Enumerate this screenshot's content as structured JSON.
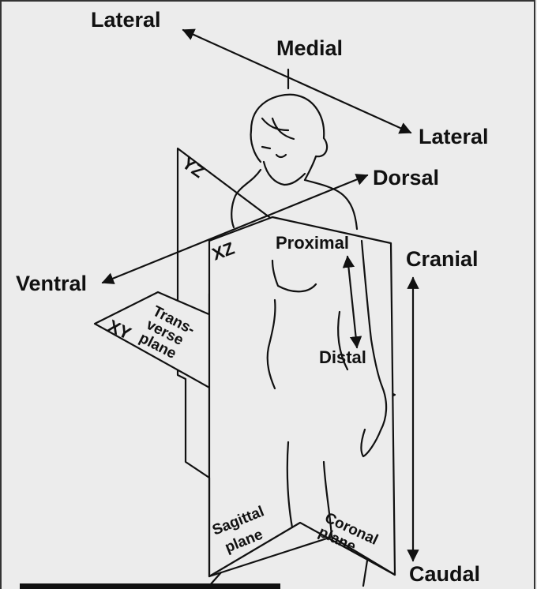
{
  "labels": {
    "lateral_left": "Lateral",
    "medial": "Medial",
    "lateral_right": "Lateral",
    "dorsal": "Dorsal",
    "ventral": "Ventral",
    "cranial": "Cranial",
    "caudal": "Caudal",
    "proximal": "Proximal",
    "distal": "Distal",
    "yz": "YZ",
    "xz": "XZ",
    "xy": "XY",
    "transverse_1": "Trans-",
    "transverse_2": "verse",
    "transverse_3": "plane",
    "sagittal_1": "Sagittal",
    "sagittal_2": "plane",
    "coronal_1": "Coronal",
    "coronal_2": "plane"
  }
}
